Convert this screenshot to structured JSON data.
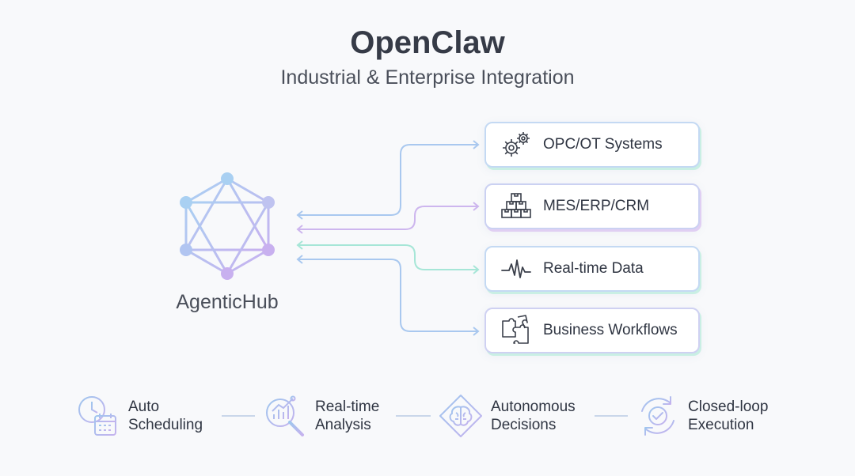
{
  "header": {
    "title": "OpenClaw",
    "subtitle": "Industrial & Enterprise Integration"
  },
  "hub": {
    "label": "AgenticHub",
    "icon": "hexagon-network-icon"
  },
  "integrations": [
    {
      "label": "OPC/OT Systems",
      "icon": "gears-icon"
    },
    {
      "label": "MES/ERP/CRM",
      "icon": "stacked-boxes-icon"
    },
    {
      "label": "Real-time Data",
      "icon": "waveform-icon"
    },
    {
      "label": "Business Workflows",
      "icon": "puzzle-icon"
    }
  ],
  "features": [
    {
      "line1": "Auto",
      "line2": "Scheduling",
      "icon": "clock-calendar-icon"
    },
    {
      "line1": "Real-time",
      "line2": "Analysis",
      "icon": "magnifier-chart-icon"
    },
    {
      "line1": "Autonomous",
      "line2": "Decisions",
      "icon": "brain-diamond-icon"
    },
    {
      "line1": "Closed-loop",
      "line2": "Execution",
      "icon": "cycle-check-icon"
    }
  ],
  "colors": {
    "blue": "#a9c8ef",
    "purple": "#c9b2ee",
    "teal": "#a6e6d7",
    "text": "#2f3542",
    "icon": "#3a3f4a"
  }
}
